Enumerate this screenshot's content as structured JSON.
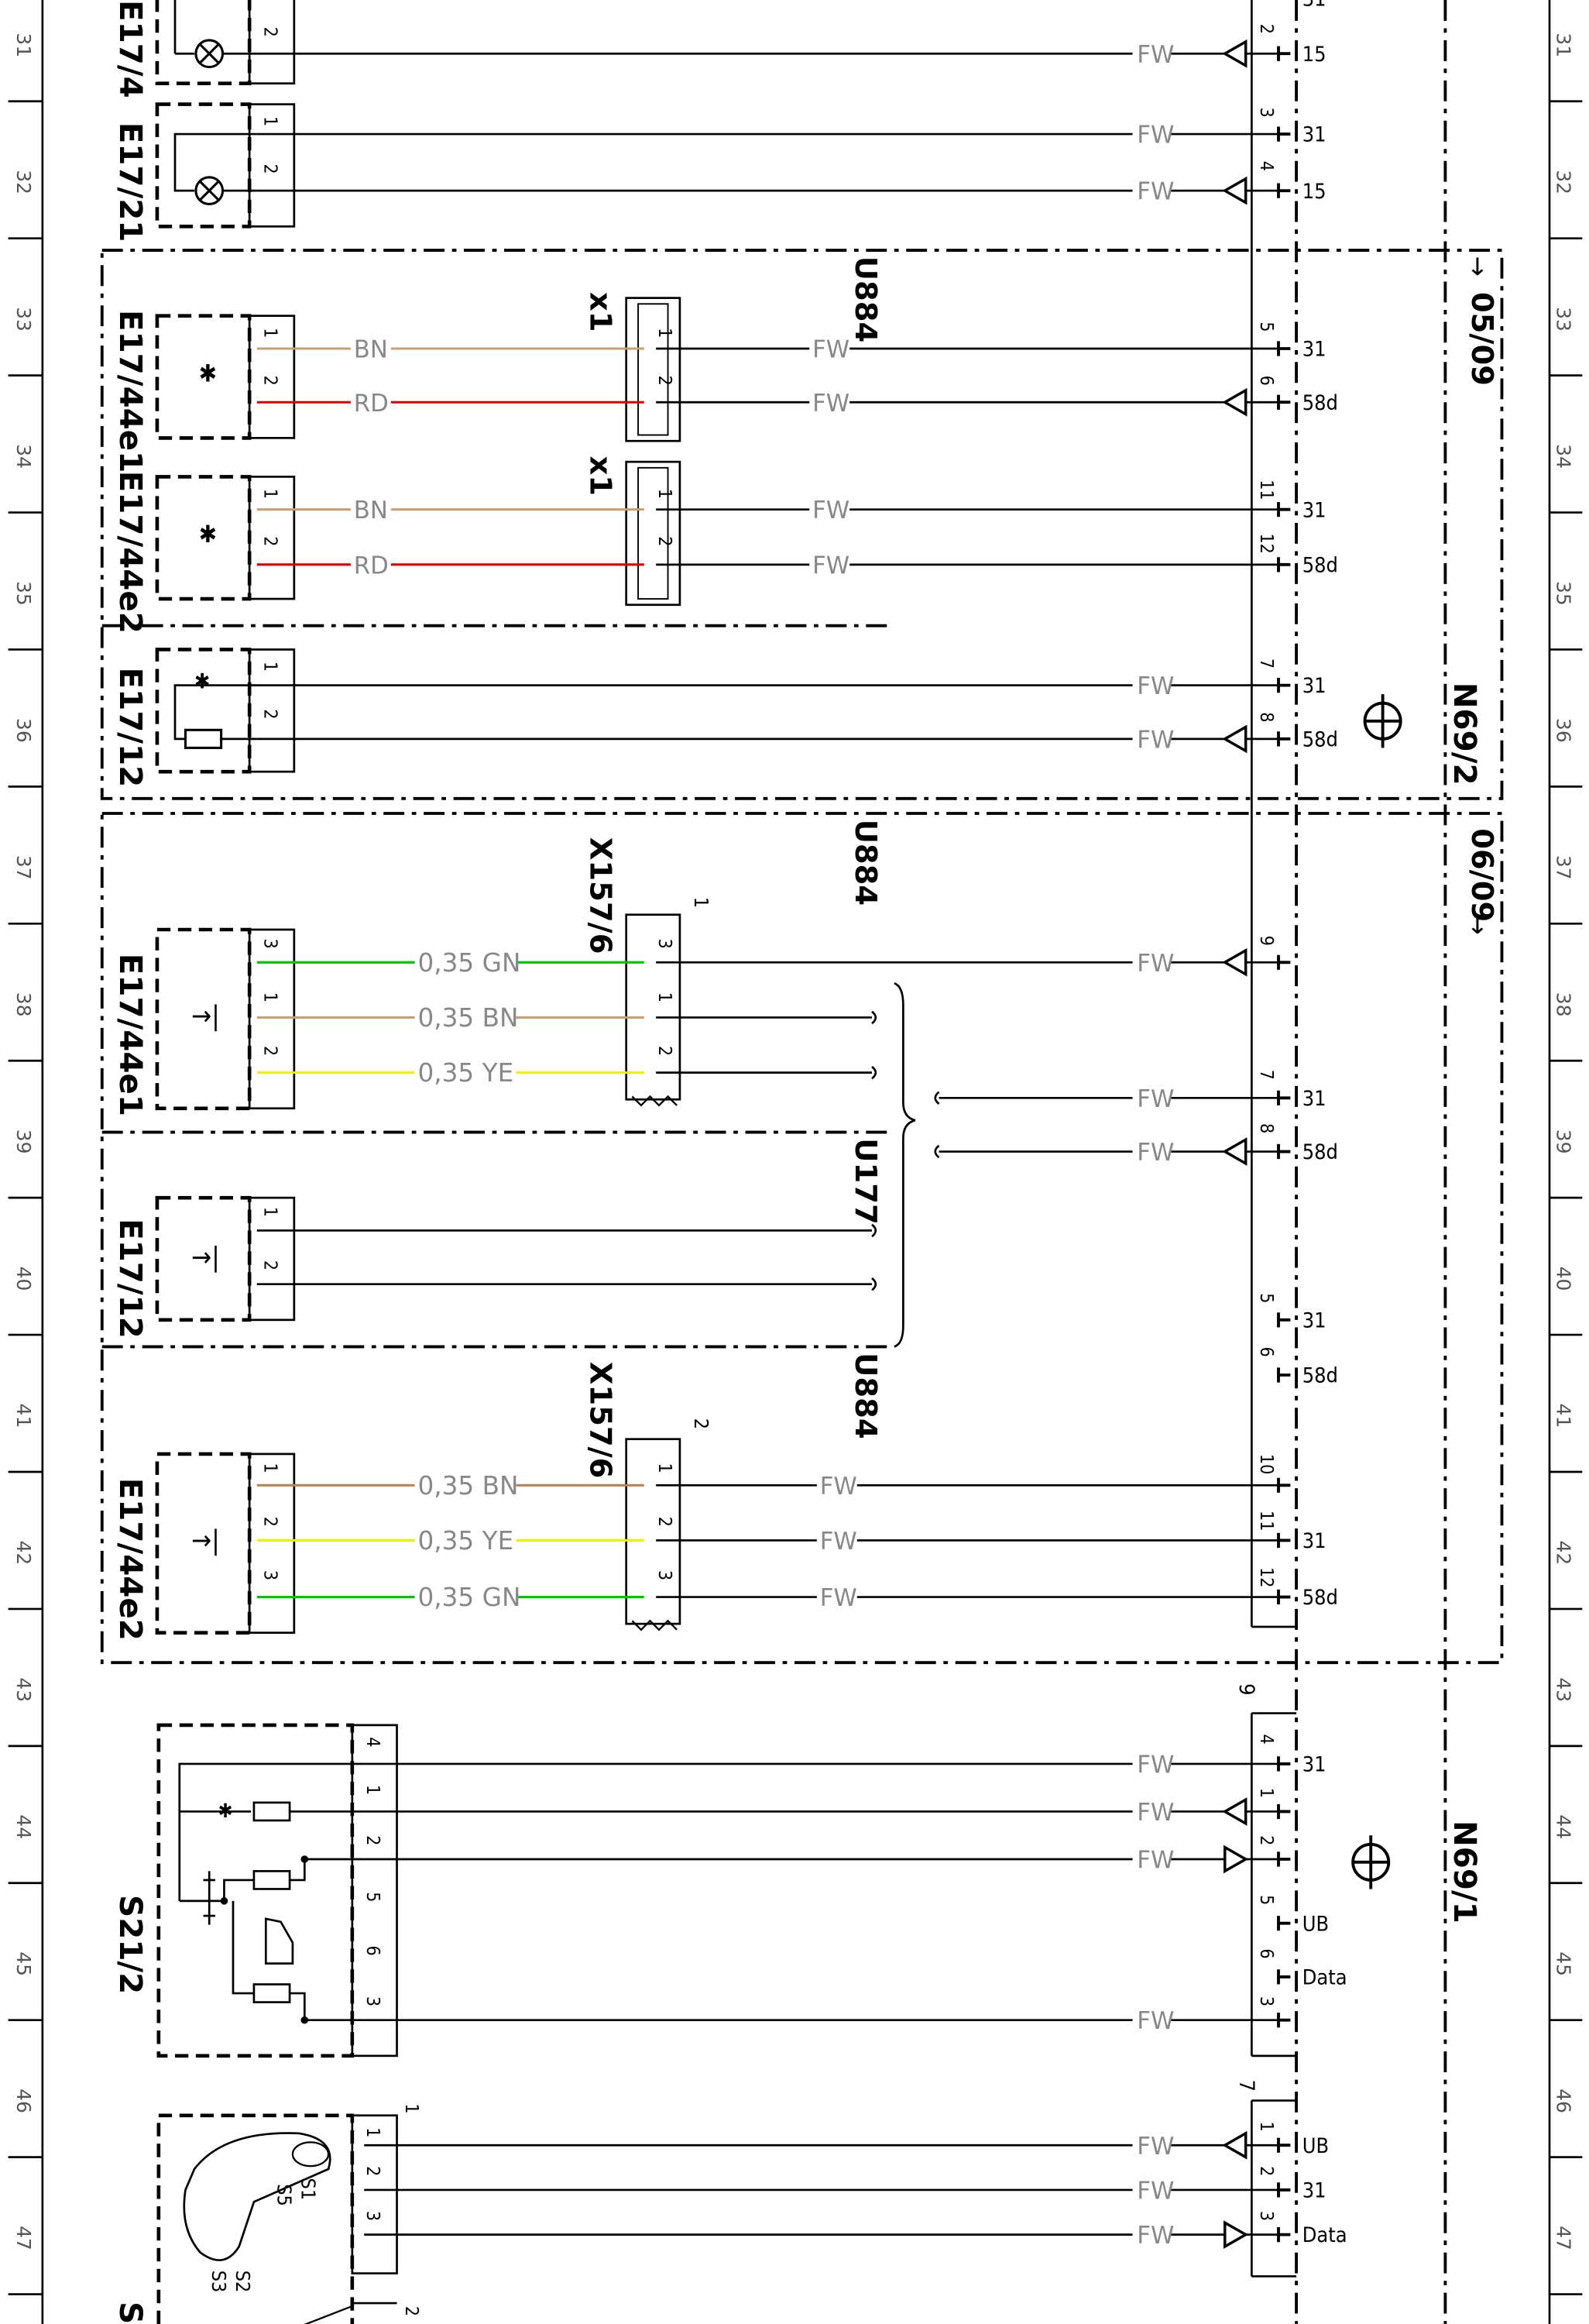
{
  "grid_numbers": [
    "31",
    "32",
    "33",
    "34",
    "35",
    "36",
    "37",
    "38",
    "39",
    "40",
    "41",
    "42",
    "43",
    "44",
    "45",
    "46",
    "47"
  ],
  "components": {
    "e17_4": "E17/4",
    "e17_21": "E17/21",
    "e17_44e1_a": "E17/44e1",
    "e17_44e2_a": "E17/44e2",
    "e17_12_a": "E17/12",
    "e17_44e1_b": "E17/44e1",
    "e17_12_b": "E17/12",
    "e17_44e2_b": "E17/44e2",
    "s21_2": "S21/2",
    "s_bottom": "S"
  },
  "modules": {
    "n69_2": "N69/2",
    "n69_1": "N69/1",
    "u884_a": "U884",
    "u884_b": "U884",
    "u884_c": "U884",
    "u177": "U177",
    "ref_0509": "05/09",
    "ref_0609": "06/09"
  },
  "connectors": {
    "x1_a": "x1",
    "x1_b": "x1",
    "x157_6_a": "X157/6",
    "x157_6_b": "X157/6",
    "x157_6_a_num": "1",
    "x157_6_b_num": "2",
    "n69_1_num_9": "9",
    "n69_1_num_7": "7"
  },
  "wire_codes": {
    "fw": "FW",
    "bn": "BN",
    "rd": "RD",
    "bn035": "0,35 BN",
    "ye035": "0,35 YE",
    "gn035": "0,35 GN"
  },
  "signals": {
    "s31": "31",
    "s15": "15",
    "s58d": "58d",
    "ub": "UB",
    "data": "Data"
  },
  "switch_labels": {
    "s1": "S1",
    "s2": "S2",
    "s3": "S3",
    "s5": "S5"
  },
  "colors": {
    "bn": "#c8a070",
    "rd": "#e00000",
    "gn": "#00c800",
    "ye": "#f0f000",
    "bn_dark": "#c08050"
  }
}
